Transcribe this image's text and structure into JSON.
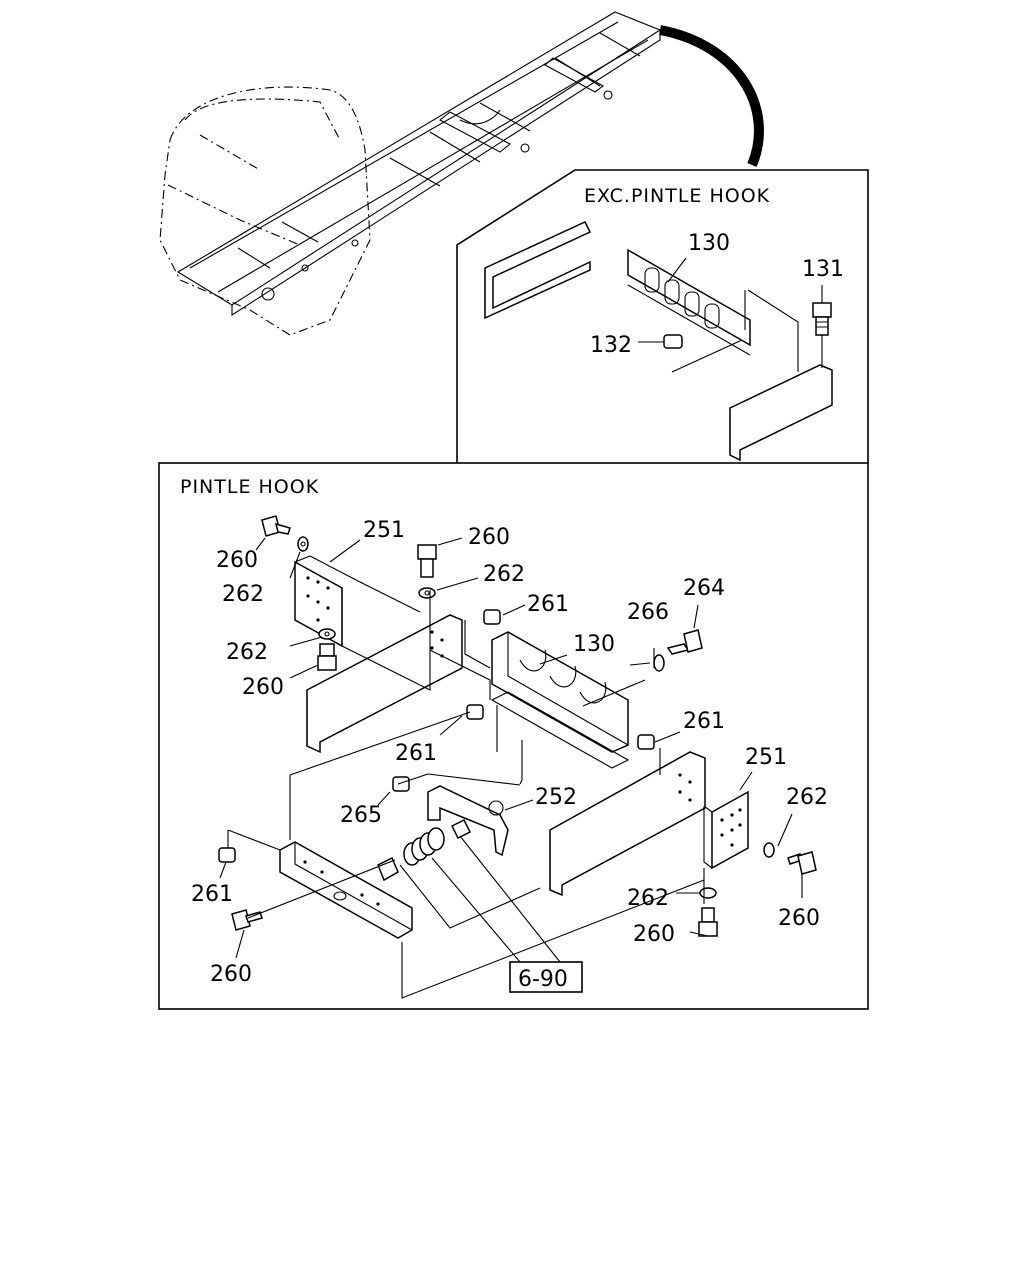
{
  "diagram": {
    "panels": {
      "exc_pintle_hook": {
        "title": "EXC.PINTLE HOOK"
      },
      "pintle_hook": {
        "title": "PINTLE HOOK"
      }
    },
    "callouts": {
      "exc_130": "130",
      "exc_131": "131",
      "exc_132": "132",
      "p_251_top": "251",
      "p_260_a": "260",
      "p_262_a": "262",
      "p_260_b": "260",
      "p_262_b": "262",
      "p_261_a": "261",
      "p_262_c": "262",
      "p_260_c": "260",
      "p_266": "266",
      "p_264": "264",
      "p_130": "130",
      "p_261_b": "261",
      "p_261_c": "261",
      "p_251_right": "251",
      "p_262_d": "262",
      "p_265": "265",
      "p_252": "252",
      "p_261_d": "261",
      "p_260_d": "260",
      "p_262_e": "262",
      "p_260_e": "260",
      "p_260_f": "260",
      "ref_box": "6-90"
    }
  }
}
